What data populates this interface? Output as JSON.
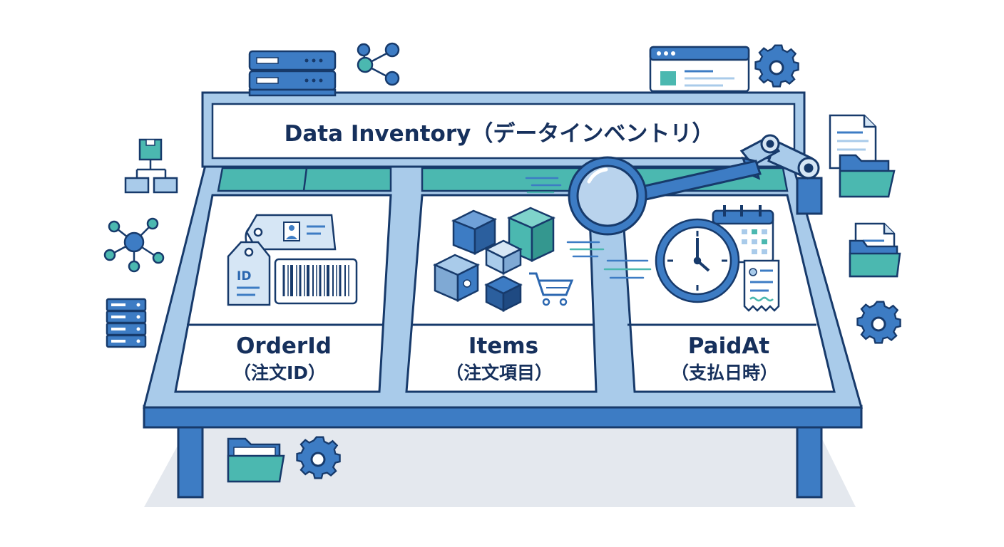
{
  "title": "Data Inventory（データインベントリ）",
  "categories": [
    {
      "name": "OrderId",
      "jp": "（注文ID）",
      "icon": "id-tag-barcode-icon"
    },
    {
      "name": "Items",
      "jp": "（注文項目）",
      "icon": "boxes-cart-icon"
    },
    {
      "name": "PaidAt",
      "jp": "（支払日時）",
      "icon": "clock-calendar-receipt-icon"
    }
  ],
  "id_tag_label": "ID",
  "colors": {
    "navy": "#173a6b",
    "blue": "#3d7cc4",
    "light_blue": "#a9cbea",
    "teal": "#4bb8b0",
    "shadow": "#e4e8ee"
  },
  "decor_icons": [
    "server-icon",
    "share-network-icon",
    "browser-window-icon",
    "gear-icon",
    "hierarchy-icon",
    "network-hub-icon",
    "server-stack-icon",
    "document-icon",
    "folder-icon",
    "magnifier-icon",
    "robot-arm-icon"
  ]
}
